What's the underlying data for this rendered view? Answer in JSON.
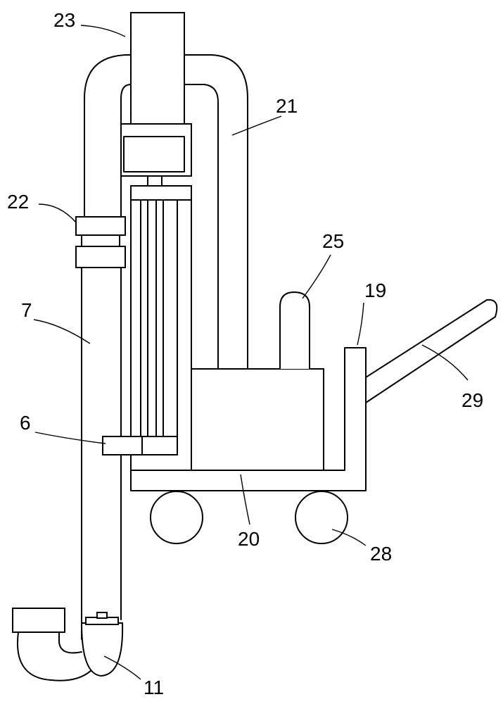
{
  "labels": {
    "l23": "23",
    "l21": "21",
    "l22": "22",
    "l25": "25",
    "l19": "19",
    "l7": "7",
    "l29": "29",
    "l6": "6",
    "l20": "20",
    "l28": "28",
    "l11": "11"
  },
  "colors": {
    "line": "#000000",
    "background": "#ffffff"
  }
}
